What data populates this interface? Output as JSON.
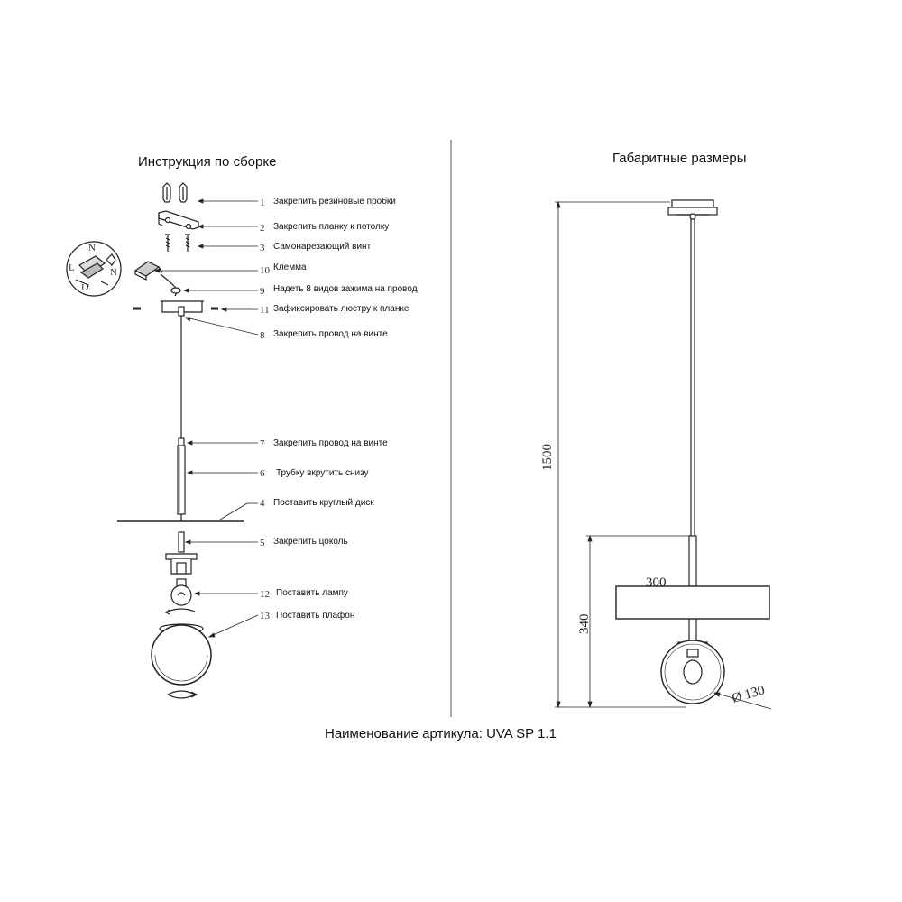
{
  "left_title": "Инструкция по сборке",
  "right_title": "Габаритные размеры",
  "footer": "Наименование артикула: UVA SP 1.1",
  "steps": [
    {
      "num": "1",
      "text": "Закрепить резиновые пробки"
    },
    {
      "num": "2",
      "text": "Закрепить планку к потолку"
    },
    {
      "num": "3",
      "text": "Самонарезающий винт"
    },
    {
      "num": "10",
      "text": "Клемма"
    },
    {
      "num": "9",
      "text": "Надеть 8 видов зажима на провод"
    },
    {
      "num": "11",
      "text": "Зафиксировать люстру к планке"
    },
    {
      "num": "8",
      "text": "Закрепить провод на винте"
    },
    {
      "num": "7",
      "text": "Закрепить провод на винте"
    },
    {
      "num": "6",
      "text": "Трубку вкрутить снизу"
    },
    {
      "num": "4",
      "text": "Поставить круглый диск"
    },
    {
      "num": "5",
      "text": "Закрепить цоколь"
    },
    {
      "num": "12",
      "text": "Поставить лампу"
    },
    {
      "num": "13",
      "text": "Поставить плафон"
    }
  ],
  "dimensions": {
    "height_total": "1500",
    "height_lower": "340",
    "disc_width": "300",
    "globe_diameter": "Ø 130"
  },
  "terminal_marks": [
    "N",
    "L",
    "N",
    "L"
  ]
}
